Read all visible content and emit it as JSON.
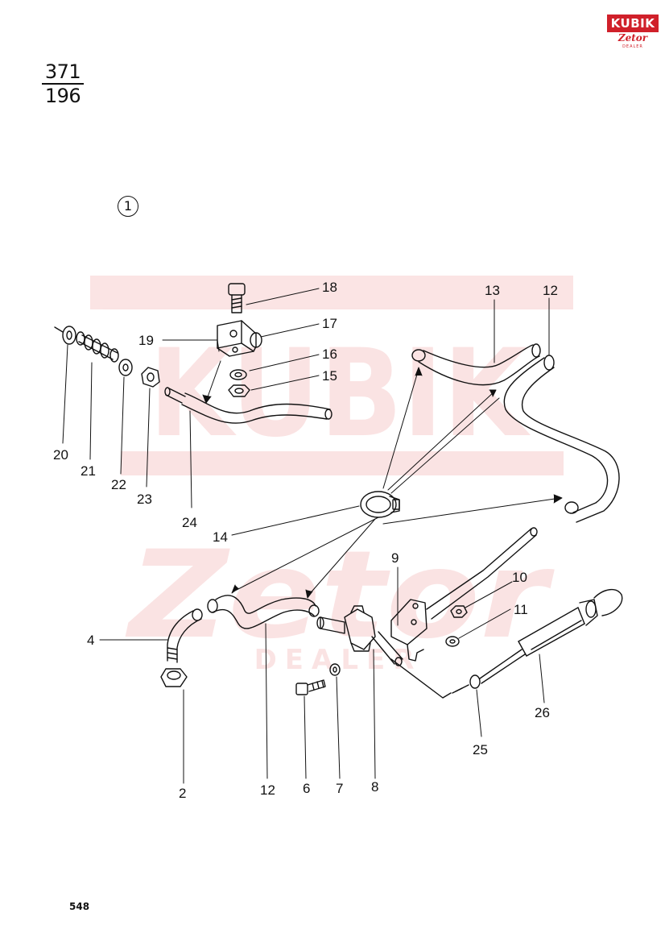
{
  "header": {
    "ref_top": "371",
    "ref_bottom": "196"
  },
  "group_marker": "1",
  "logo": {
    "brand": "KUBIK",
    "sub": "Zetor",
    "tag": "DEALER"
  },
  "watermark": {
    "brand": "KUBIK",
    "sub": "Zetor",
    "tag": "DEALER",
    "color": "#e03030"
  },
  "callouts": [
    "2",
    "4",
    "6",
    "7",
    "8",
    "9",
    "10",
    "11",
    "12",
    "12",
    "13",
    "14",
    "15",
    "16",
    "17",
    "18",
    "19",
    "20",
    "21",
    "22",
    "23",
    "24",
    "25",
    "26"
  ],
  "footer": {
    "page_number": "548"
  }
}
